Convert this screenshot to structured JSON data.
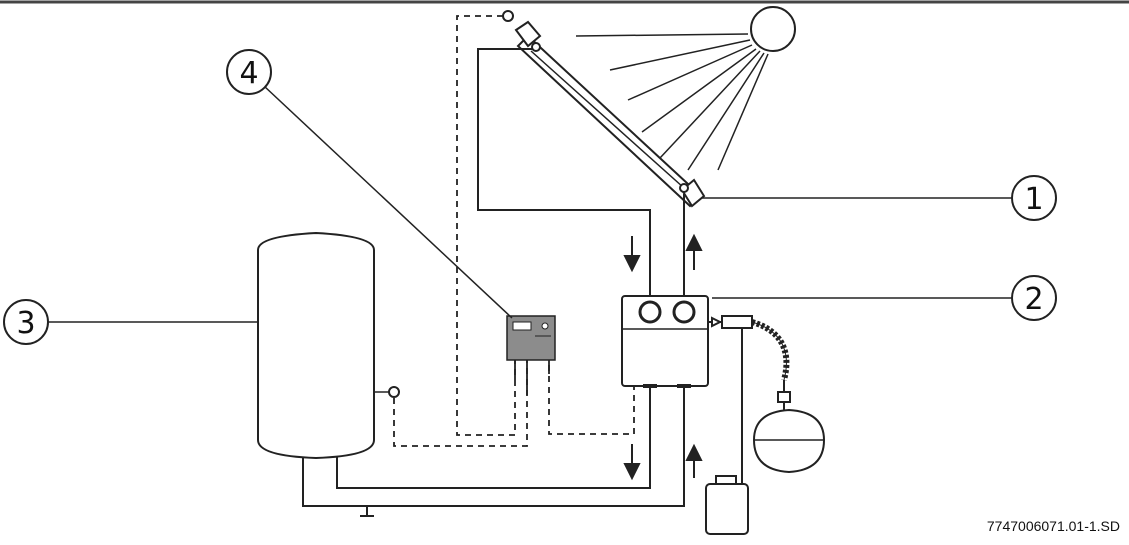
{
  "diagram": {
    "callouts": [
      {
        "id": "collector",
        "label": "1"
      },
      {
        "id": "pump-station",
        "label": "2"
      },
      {
        "id": "storage-tank",
        "label": "3"
      },
      {
        "id": "controller",
        "label": "4"
      }
    ],
    "reference_code": "7747006071.01-1.SD",
    "colors": {
      "line": "#222222",
      "controller_fill": "#8c8c8c",
      "sun_fill": "#ffffff"
    }
  }
}
